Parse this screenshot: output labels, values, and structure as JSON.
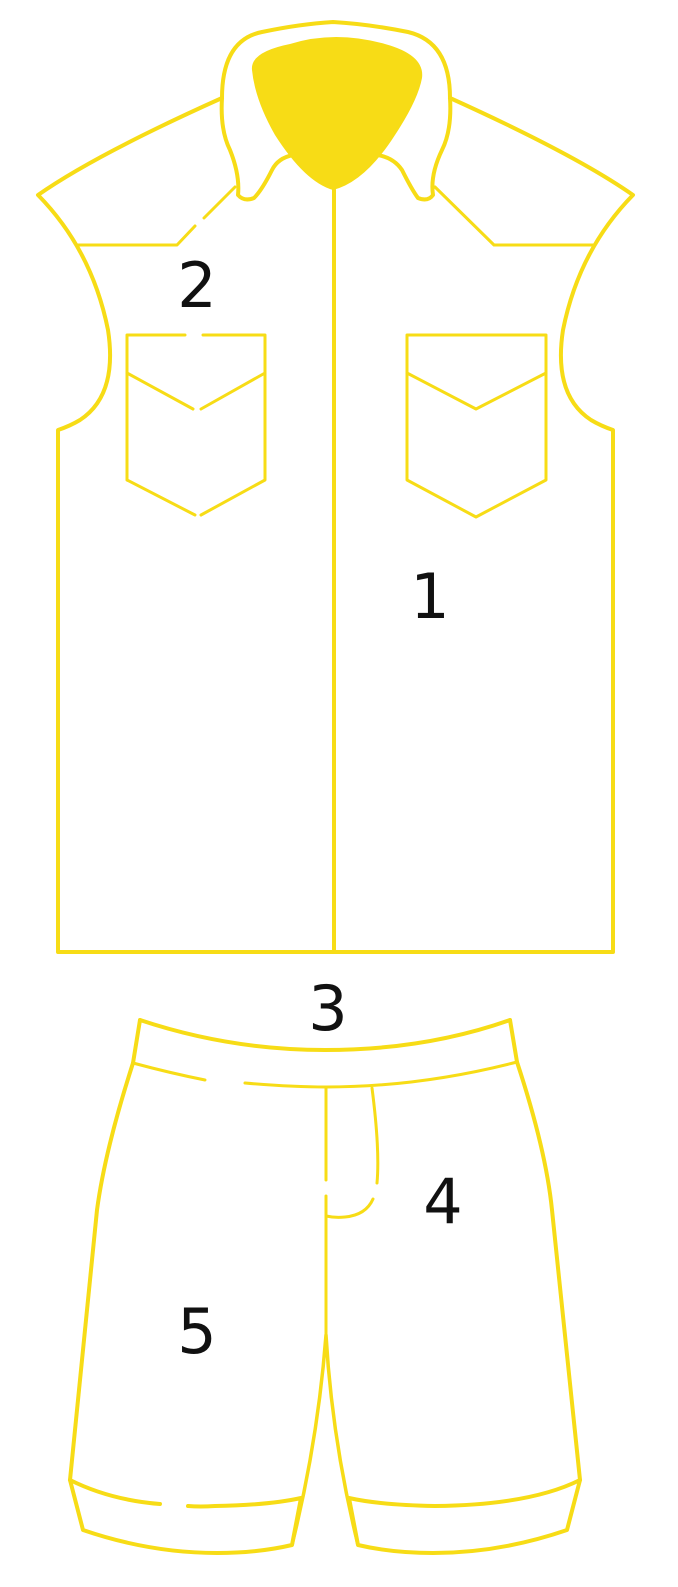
{
  "colors": {
    "outline": "#F7DC16",
    "text": "#111111",
    "background": "#FFFFFF"
  },
  "callouts": [
    {
      "id": "shirt-body",
      "text": "1"
    },
    {
      "id": "shirt-yoke",
      "text": "2"
    },
    {
      "id": "shorts-waistband",
      "text": "3"
    },
    {
      "id": "shorts-fly",
      "text": "4"
    },
    {
      "id": "shorts-leg",
      "text": "5"
    }
  ]
}
